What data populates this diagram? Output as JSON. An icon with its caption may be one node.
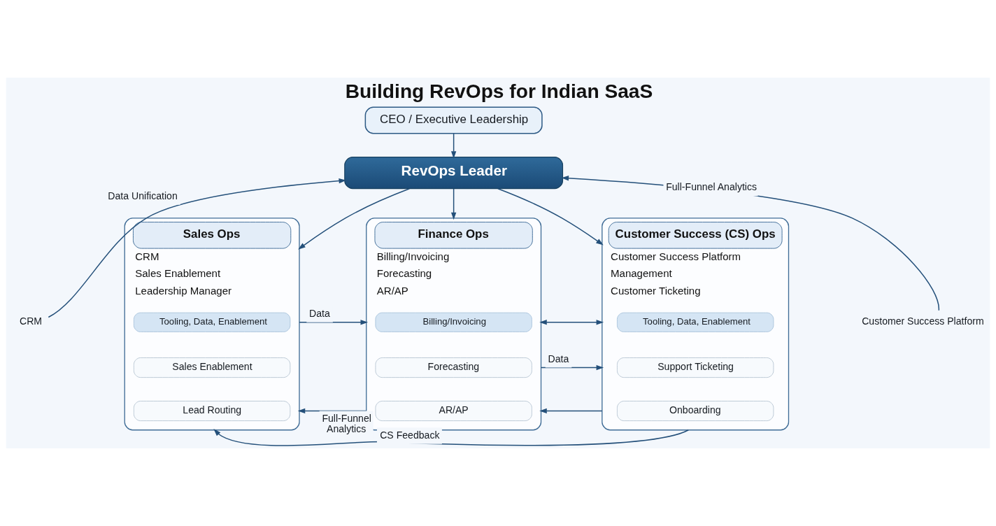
{
  "diagram": {
    "title": "Building RevOps for Indian SaaS",
    "nodes": [
      {
        "text": [
          "CEO / Executive Leadership"
        ]
      },
      {
        "text": [
          "RevOps Leader"
        ]
      },
      {
        "text": [
          "Sales Ops",
          "CRM",
          "Sales Enablement",
          "Leadership Manager"
        ]
      },
      {
        "text": [
          "Tooling, Data, Enablement"
        ],
        "in": 2
      },
      {
        "text": [
          "Sales Enablement"
        ],
        "in": 2
      },
      {
        "text": [
          "Lead Routing"
        ],
        "in": 2
      },
      {
        "text": [
          "Finance Ops",
          "Billing/Invoicing",
          "Forecasting",
          "AR/AP"
        ]
      },
      {
        "text": [
          "Billing/Invoicing"
        ],
        "in": 6
      },
      {
        "text": [
          "Forecasting"
        ],
        "in": 6
      },
      {
        "text": [
          "AR/AP"
        ],
        "in": 6
      },
      {
        "text": [
          "Customer Success (CS) Ops",
          "Customer Success Platform",
          "Management",
          "Customer Ticketing"
        ]
      },
      {
        "text": [
          "Tooling, Data, Enablement"
        ],
        "in": 10
      },
      {
        "text": [
          "Support Ticketing"
        ],
        "in": 10
      },
      {
        "text": [
          "Onboarding"
        ],
        "in": 10
      },
      {
        "text": [
          "CRM"
        ]
      },
      {
        "text": [
          "Customer Success Platform"
        ]
      }
    ],
    "edges": [
      {
        "from": 0,
        "to": 1,
        "arrow": "to"
      },
      {
        "from": 14,
        "to": 1,
        "arrow": "to",
        "label": "Data Unification"
      },
      {
        "from": 15,
        "to": 1,
        "arrow": "to",
        "label": "Full-Funnel Analytics"
      },
      {
        "from": 1,
        "to": 2,
        "arrow": "to"
      },
      {
        "from": 1,
        "to": 6,
        "arrow": "to"
      },
      {
        "from": 1,
        "to": 10,
        "arrow": "to"
      },
      {
        "from": 6,
        "to": 10,
        "arrow": "both"
      },
      {
        "from": 2,
        "to": 6,
        "arrow": "to",
        "label": "Data"
      },
      {
        "from": 6,
        "to": 10,
        "arrow": "to",
        "label": "Data"
      },
      {
        "from": 6,
        "to": 2,
        "arrow": "to",
        "label": "Full-Funnel Analytics"
      },
      {
        "from": 10,
        "to": 6,
        "arrow": "to"
      },
      {
        "from": 10,
        "to": 2,
        "arrow": "to",
        "label": "CS Feedback"
      }
    ]
  }
}
